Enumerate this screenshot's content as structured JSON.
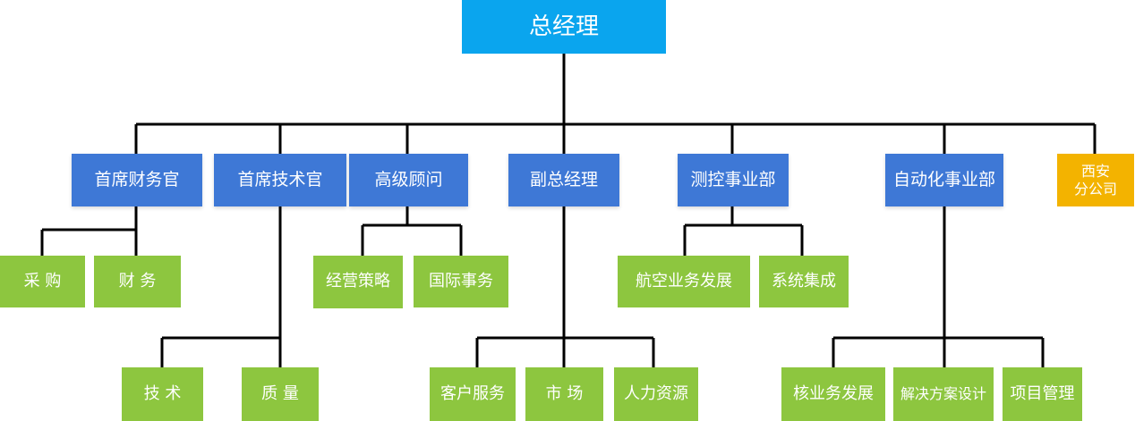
{
  "root": {
    "label": "总经理"
  },
  "level1": [
    {
      "label": "首席财务官"
    },
    {
      "label": "首席技术官"
    },
    {
      "label": "高级顾问"
    },
    {
      "label": "副总经理"
    },
    {
      "label": "测控事业部"
    },
    {
      "label": "自动化事业部"
    },
    {
      "label": "西安\n分公司"
    }
  ],
  "cfo_children": [
    {
      "label": "采 购"
    },
    {
      "label": "财 务"
    }
  ],
  "cto_children": [
    {
      "label": "技 术"
    },
    {
      "label": "质 量"
    }
  ],
  "advisor_children": [
    {
      "label": "经营策略"
    },
    {
      "label": "国际事务"
    }
  ],
  "deputy_children": [
    {
      "label": "客户服务"
    },
    {
      "label": "市 场"
    },
    {
      "label": "人力资源"
    }
  ],
  "mc_children": [
    {
      "label": "航空业务发展"
    },
    {
      "label": "系统集成"
    }
  ],
  "auto_children": [
    {
      "label": "核业务发展"
    },
    {
      "label": "解决方案设计"
    },
    {
      "label": "项目管理"
    }
  ],
  "colors": {
    "root": "#0aa5ee",
    "department": "#3e78d6",
    "unit": "#8dc63f",
    "branch": "#f3b300",
    "connector": "#000000"
  }
}
